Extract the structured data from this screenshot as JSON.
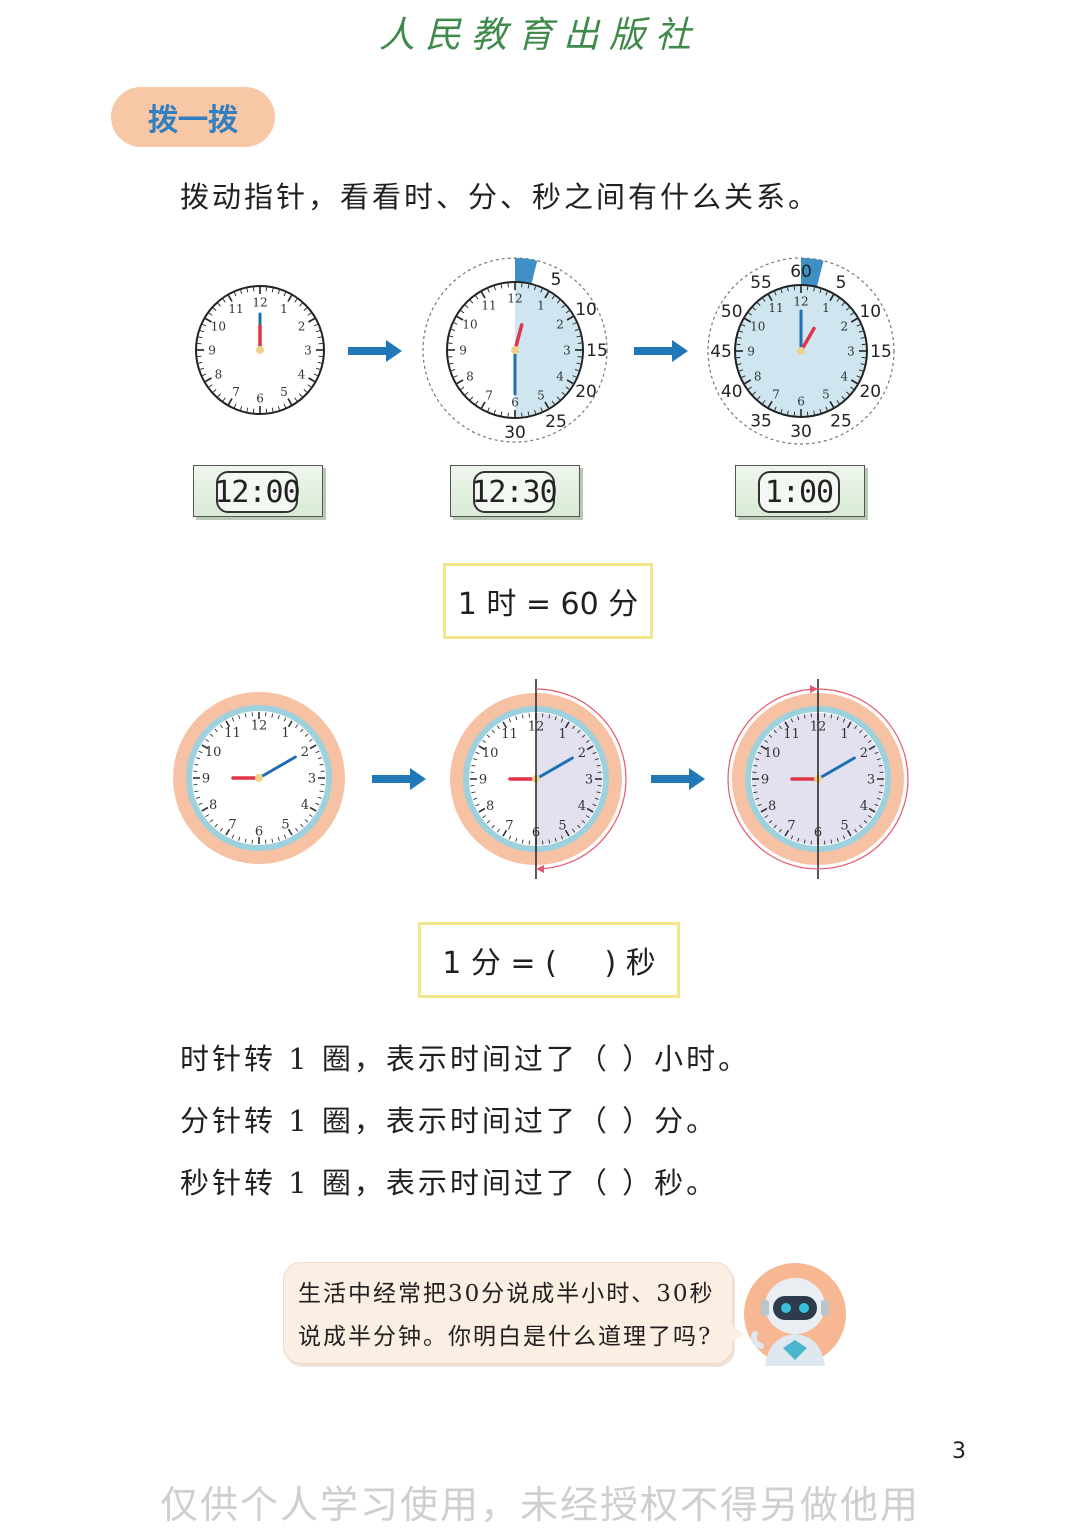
{
  "header": {
    "publisher": "人民教育出版社"
  },
  "section": {
    "title": "拨一拨"
  },
  "instruction": "拨动指针，看看时、分、秒之间有什么关系。",
  "clocks_row1": {
    "digital_times": [
      "12:00",
      "12:30",
      "1:00"
    ],
    "hour_numbers": [
      "12",
      "1",
      "2",
      "3",
      "4",
      "5",
      "6",
      "7",
      "8",
      "9",
      "10",
      "11"
    ],
    "minute_labels": [
      "5",
      "10",
      "15",
      "20",
      "25",
      "30",
      "35",
      "40",
      "45",
      "50",
      "55",
      "60"
    ],
    "colors": {
      "minute_hand": "#1f6fb3",
      "hour_hand": "#e0344b",
      "shade": "#cfe6f0",
      "marker": "#3e8fc4",
      "arrow": "#1f78b8"
    }
  },
  "formula1": "1 时 = 60 分",
  "clocks_row2": {
    "colors": {
      "rim": "#f7c1a3",
      "ring": "#9dd1dd",
      "second_hand": "#e0344b",
      "minute_hand": "#1f6fb3",
      "shade": "#e3e0ef",
      "track": "#e55a6e"
    }
  },
  "formula2": "1 分 = (     ) 秒",
  "questions": [
    "时针转 1 圈，表示时间过了（    ）小时。",
    "分针转 1 圈，表示时间过了（    ）分。",
    "秒针转 1 圈，表示时间过了（    ）秒。"
  ],
  "speech_bubble": {
    "line1": "生活中经常把30分说成半小时、30秒",
    "line2": "说成半分钟。你明白是什么道理了吗?"
  },
  "page_number": "3",
  "watermark": "仅供个人学习使用，未经授权不得另做他用"
}
